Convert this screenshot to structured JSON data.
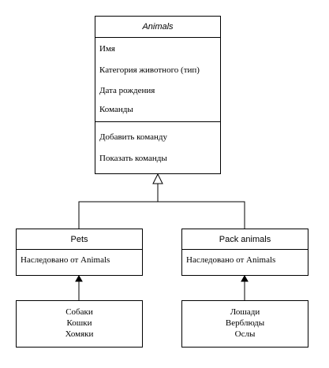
{
  "animals_class": {
    "name": "Animals",
    "attributes": [
      "Имя",
      "Категория животного (тип)",
      "Дата рождения",
      "Команды"
    ],
    "methods": [
      "Добавить команду",
      "Показать команды"
    ]
  },
  "pets_class": {
    "name": "Pets",
    "note": "Наследовано от Animals"
  },
  "pack_class": {
    "name": "Pack animals",
    "note": "Наследовано от Animals"
  },
  "pets_members": [
    "Собаки",
    "Кошки",
    "Хомяки"
  ],
  "pack_members": [
    "Лошади",
    "Верблюды",
    "Ослы"
  ]
}
